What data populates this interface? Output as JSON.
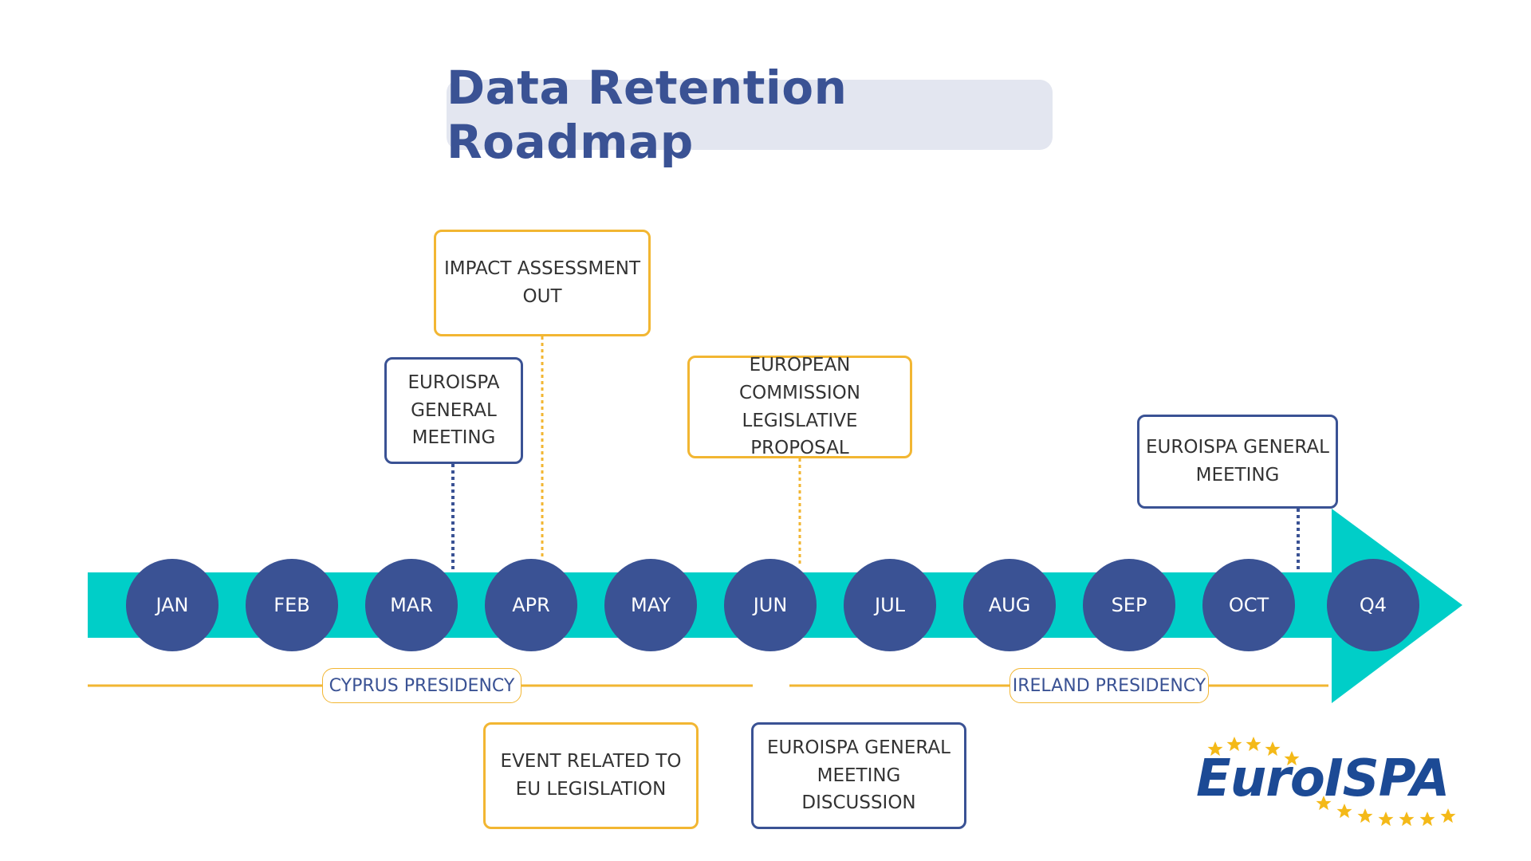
{
  "title": "Data Retention Roadmap",
  "colors": {
    "arrow": "#00cec8",
    "navy": "#3a5294",
    "gold": "#f2b632",
    "title_bg": "#e3e6f0",
    "logo_blue": "#1c4a95",
    "star": "#f4b918"
  },
  "months": [
    "JAN",
    "FEB",
    "MAR",
    "APR",
    "MAY",
    "JUN",
    "JUL",
    "AUG",
    "SEP",
    "OCT",
    "Q4"
  ],
  "events": [
    {
      "text": "IMPACT ASSESSMENT OUT",
      "month": "APR",
      "style": "gold",
      "position": "above"
    },
    {
      "text": "EUROISPA GENERAL MEETING",
      "month": "MAR",
      "style": "navy",
      "position": "above"
    },
    {
      "text": "EUROPEAN COMMISSION LEGISLATIVE PROPOSAL",
      "month": "JUN",
      "style": "gold",
      "position": "above"
    },
    {
      "text": "EUROISPA GENERAL MEETING",
      "month": "OCT",
      "style": "navy",
      "position": "above"
    },
    {
      "text": "EVENT RELATED TO EU LEGISLATION",
      "style": "gold",
      "position": "below"
    },
    {
      "text": "EUROISPA GENERAL MEETING DISCUSSION",
      "style": "navy",
      "position": "below"
    }
  ],
  "presidencies": [
    {
      "label": "CYPRUS PRESIDENCY"
    },
    {
      "label": "IRELAND PRESIDENCY"
    }
  ],
  "logo": {
    "text": "EuroISPA"
  }
}
